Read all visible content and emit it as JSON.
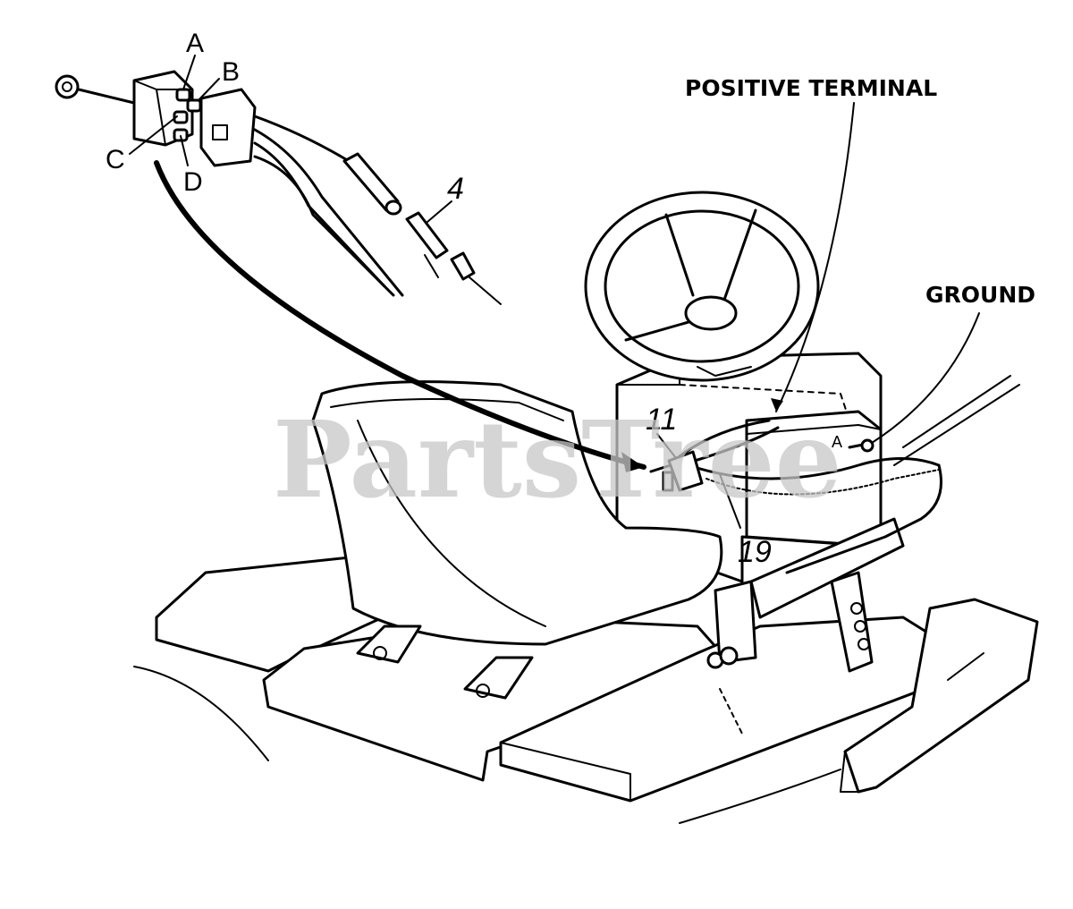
{
  "labels": {
    "positive_terminal": "POSITIVE TERMINAL",
    "ground": "GROUND",
    "letter_a": "A",
    "letter_b": "B",
    "letter_c": "C",
    "letter_d": "D",
    "num_4": "4",
    "num_11": "11",
    "num_19": "19"
  },
  "watermark": "PartsTree"
}
